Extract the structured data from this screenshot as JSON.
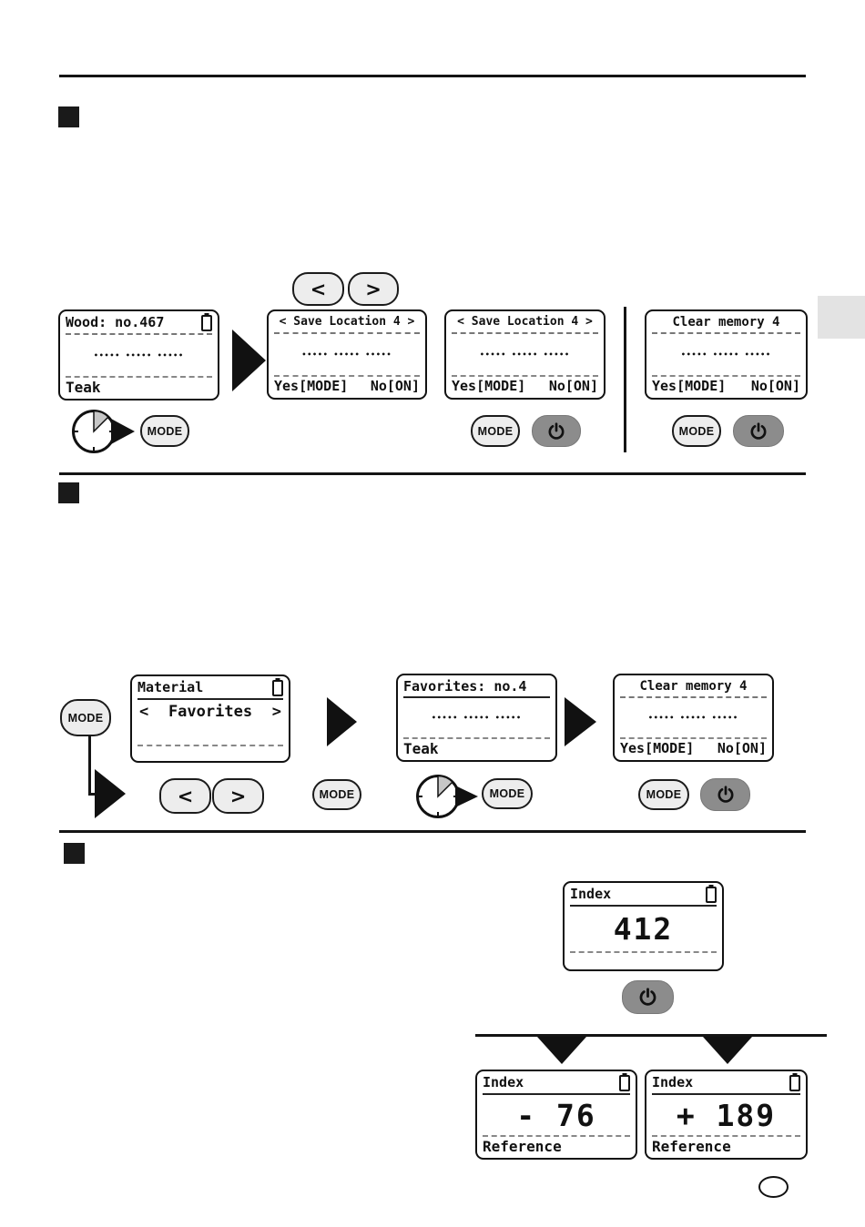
{
  "displays": {
    "wood": {
      "title": "Wood: no.467",
      "dots": "••••• ••••• •••••",
      "footer": "Teak"
    },
    "save_a": {
      "title": "< Save Location 4 >",
      "dots": "••••• ••••• •••••",
      "yes": "Yes[MODE]",
      "no": "No[ON]"
    },
    "save_b": {
      "title": "< Save Location 4 >",
      "dots": "••••• ••••• •••••",
      "yes": "Yes[MODE]",
      "no": "No[ON]"
    },
    "clear_a": {
      "title": "Clear memory 4",
      "dots": "••••• ••••• •••••",
      "yes": "Yes[MODE]",
      "no": "No[ON]"
    },
    "material": {
      "title": "Material",
      "nav_left": "<",
      "nav_label": "Favorites",
      "nav_right": ">"
    },
    "favorites": {
      "title": "Favorites: no.4",
      "dots": "••••• ••••• •••••",
      "footer": "Teak"
    },
    "clear_b": {
      "title": "Clear memory 4",
      "dots": "••••• ••••• •••••",
      "yes": "Yes[MODE]",
      "no": "No[ON]"
    },
    "index_main": {
      "title": "Index",
      "value": "412"
    },
    "index_neg": {
      "title": "Index",
      "value": "- 76",
      "footer": "Reference"
    },
    "index_pos": {
      "title": "Index",
      "value": "+ 189",
      "footer": "Reference"
    }
  },
  "buttons": {
    "mode": "MODE",
    "prev": "<",
    "next": ">"
  },
  "colors": {
    "button_fill": "#ededed",
    "power_fill": "#8c8c8c",
    "side_tab": "#e3e3e3",
    "ink": "#111111"
  }
}
